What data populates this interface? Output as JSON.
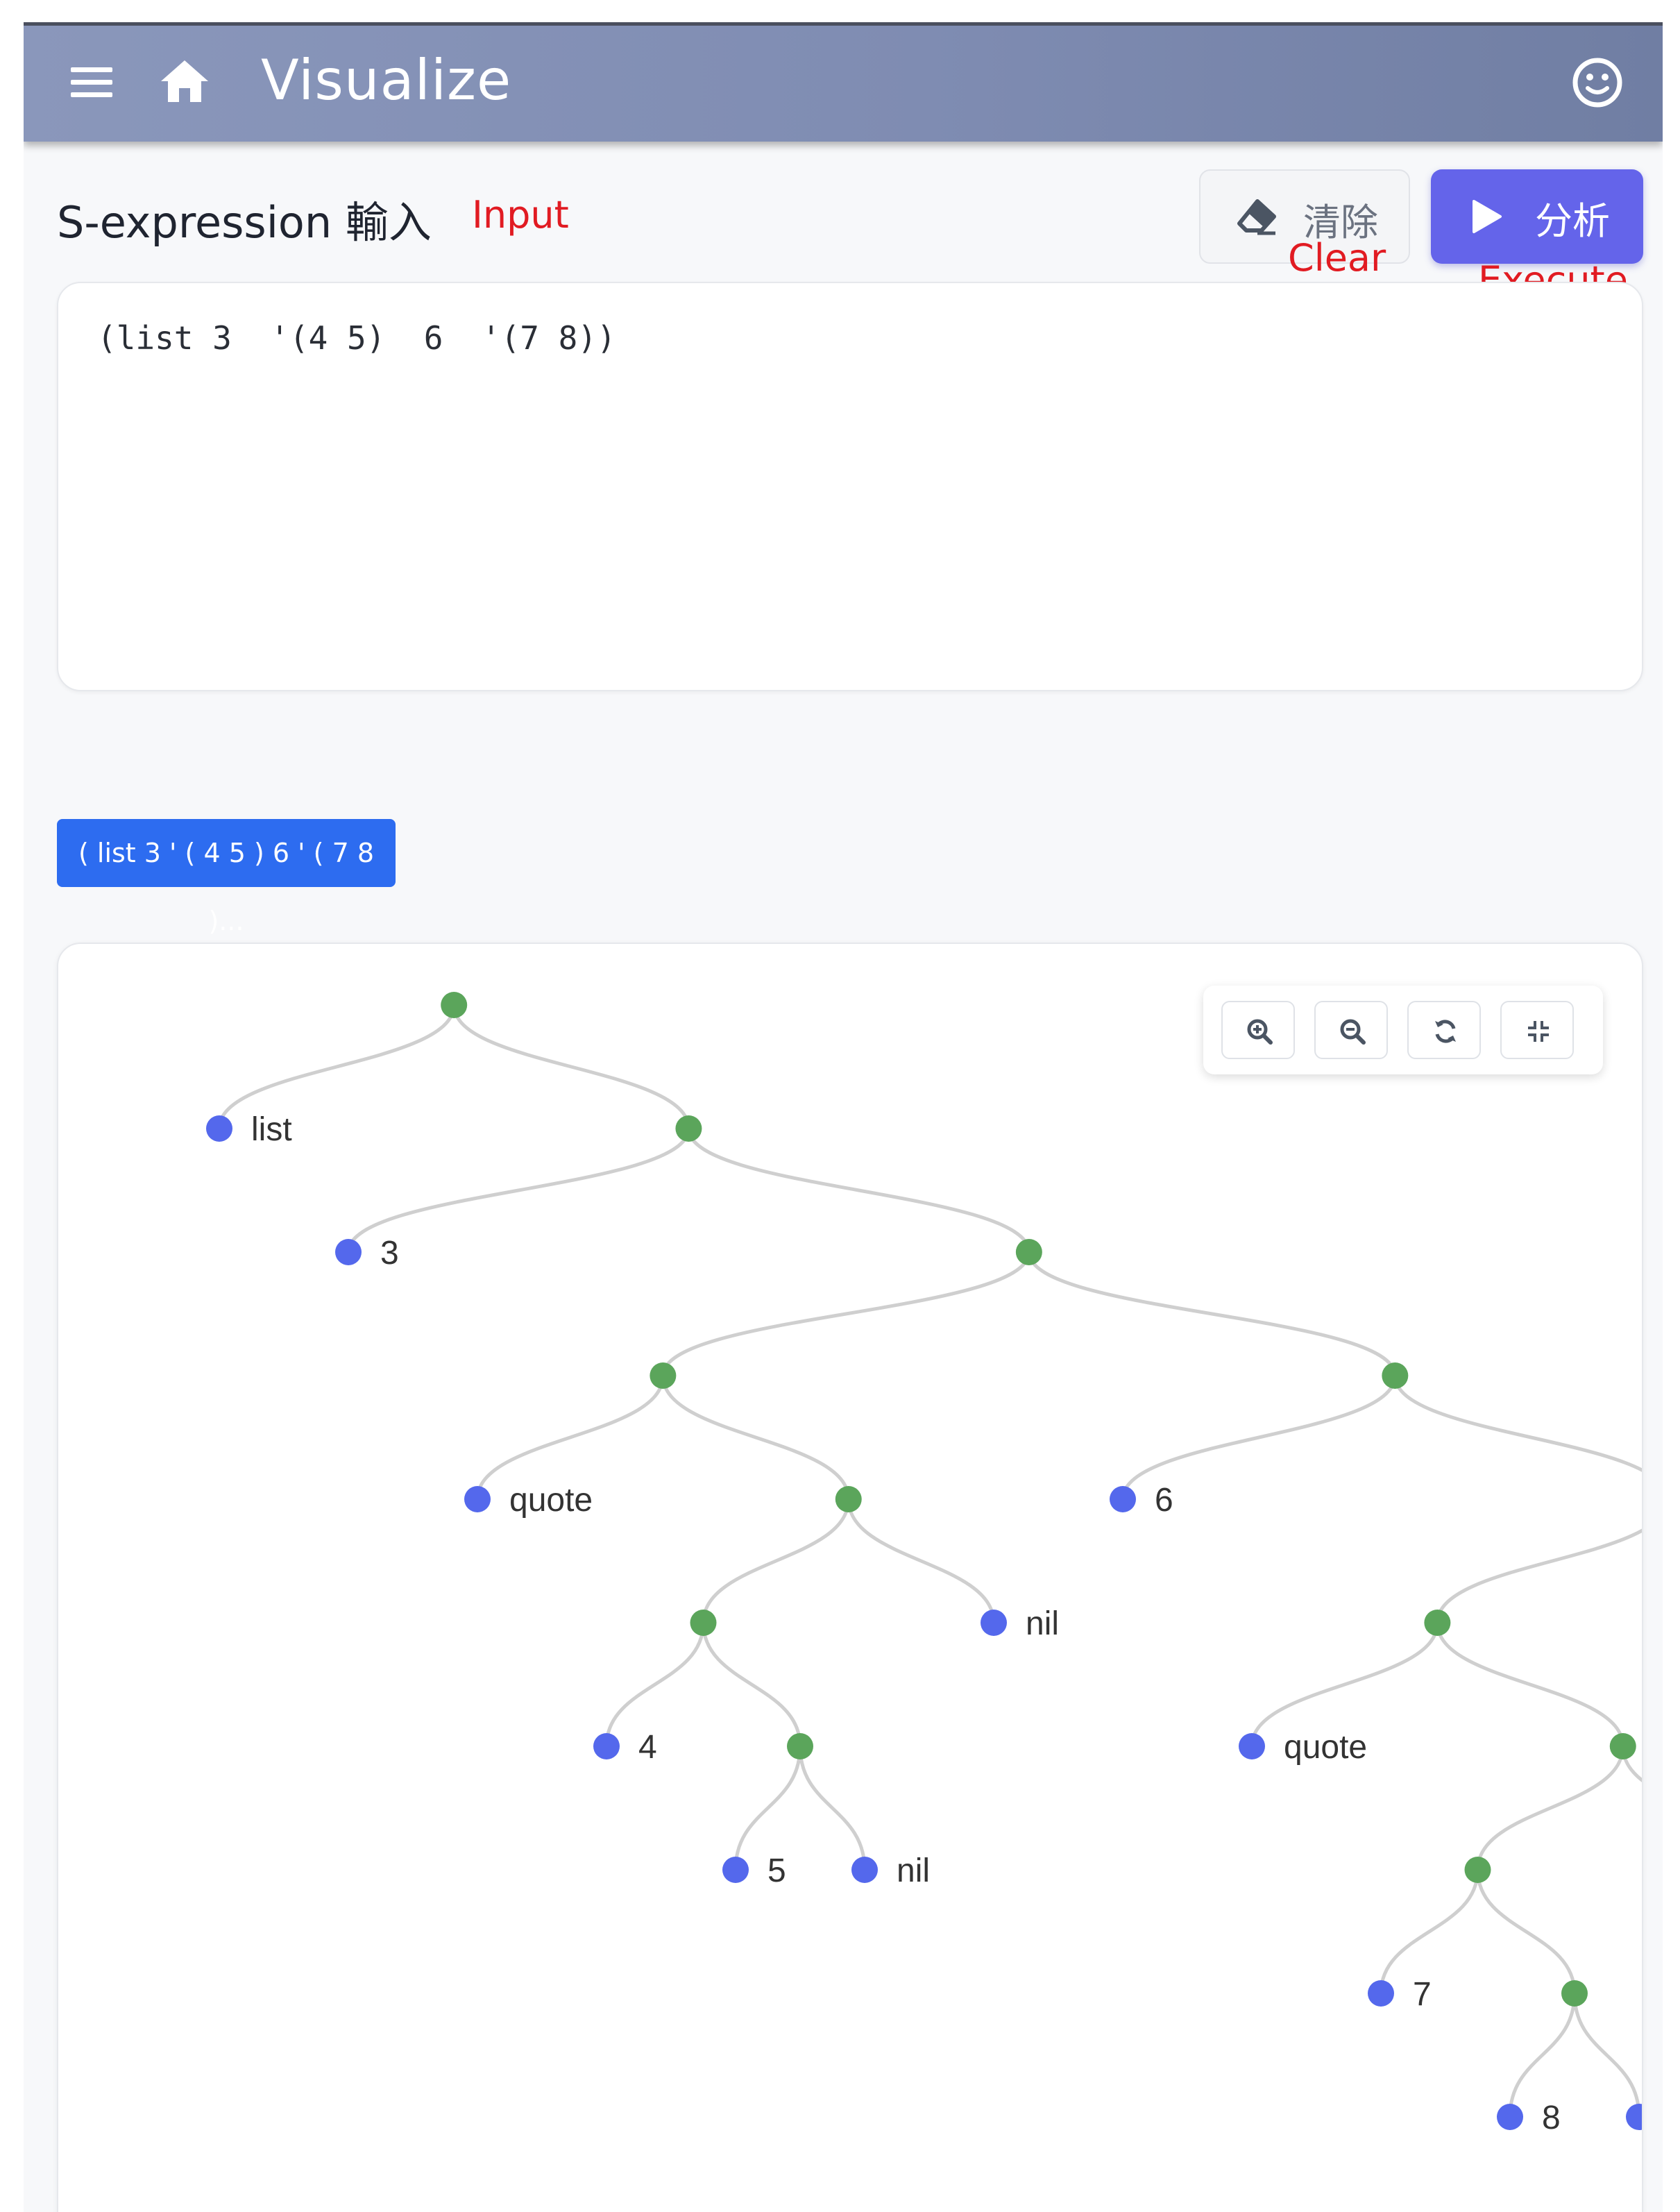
{
  "app": {
    "title": "Visualize",
    "icons": {
      "menu": "menu-icon",
      "home": "home-icon",
      "user": "smiley-icon"
    }
  },
  "input_section": {
    "title": "S-expression 輸入",
    "annotation": "Input",
    "expression": "(list 3  '(4 5)  6  '(7 8))"
  },
  "toolbar": {
    "clear_label": "清除",
    "clear_annotation": "Clear",
    "clear_icon": "eraser-icon",
    "run_label": "分析",
    "run_annotation": "Execute",
    "run_icon": "play-icon"
  },
  "history": {
    "chip_label": "( list 3 ' ( 4 5 ) 6 ' ( 7 8 )..."
  },
  "tree_controls": {
    "icons": [
      "zoom-in-icon",
      "zoom-out-icon",
      "refresh-icon",
      "compress-icon"
    ]
  },
  "colors": {
    "cons_node": "#5ba55b",
    "atom_node": "#5468ec",
    "edge": "#cfcfcf",
    "run_button": "#6464ea",
    "history_chip": "#2d6cf0",
    "annotation": "#e11b22"
  },
  "tree": {
    "label": "cons",
    "children": [
      {
        "label": "list"
      },
      {
        "label": "cons",
        "children": [
          {
            "label": "3"
          },
          {
            "label": "cons",
            "children": [
              {
                "label": "cons",
                "children": [
                  {
                    "label": "quote"
                  },
                  {
                    "label": "cons",
                    "children": [
                      {
                        "label": "cons",
                        "children": [
                          {
                            "label": "4"
                          },
                          {
                            "label": "cons",
                            "children": [
                              {
                                "label": "5"
                              },
                              {
                                "label": "nil"
                              }
                            ]
                          }
                        ]
                      },
                      {
                        "label": "nil"
                      }
                    ]
                  }
                ]
              },
              {
                "label": "cons",
                "children": [
                  {
                    "label": "6"
                  },
                  {
                    "label": "cons",
                    "children": [
                      {
                        "label": "cons",
                        "children": [
                          {
                            "label": "quote"
                          },
                          {
                            "label": "cons",
                            "children": [
                              {
                                "label": "cons",
                                "children": [
                                  {
                                    "label": "7"
                                  },
                                  {
                                    "label": "cons",
                                    "children": [
                                      {
                                        "label": "8"
                                      },
                                      {
                                        "label": "nil"
                                      }
                                    ]
                                  }
                                ]
                              },
                              {
                                "label": "nil"
                              }
                            ]
                          }
                        ]
                      },
                      {
                        "label": "nil"
                      }
                    ]
                  }
                ]
              }
            ]
          }
        ]
      }
    ]
  }
}
